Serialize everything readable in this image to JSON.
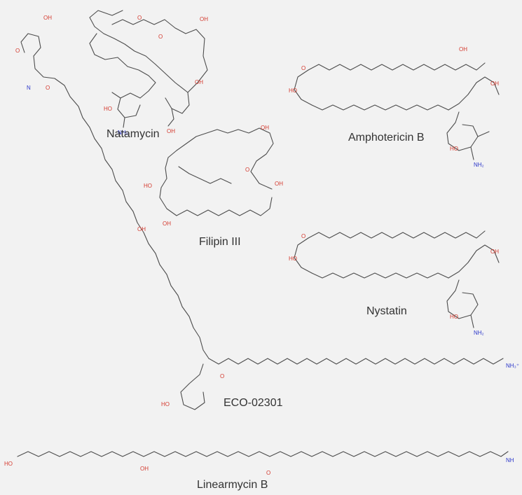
{
  "captions": {
    "natamycin": "Natamycin",
    "amphotericin": "Amphotericin B",
    "filipin": "Filipin III",
    "nystatin": "Nystatin",
    "eco": "ECO-02301",
    "linearmycin": "Linearmycin B"
  },
  "atoms": {
    "oxygen": "O",
    "hydroxyl": "OH",
    "hydroxyl_left": "HO",
    "nitrogen_h": "N",
    "amine": "NH",
    "amine2": "NH₂",
    "ammonium": "NH₃⁺"
  },
  "colors": {
    "background": "#f2f2f2",
    "bond": "#4d4d4d",
    "oxygen": "#d43a2f",
    "nitrogen": "#2b36c9"
  }
}
